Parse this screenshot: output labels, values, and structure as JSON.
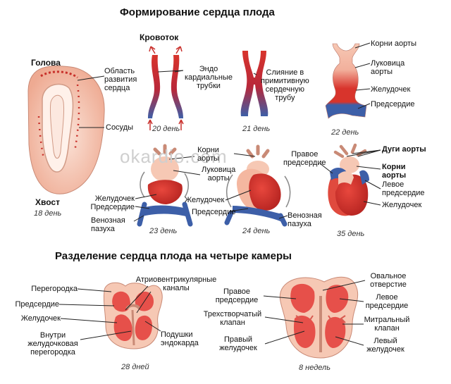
{
  "titles": {
    "formation": "Формирование сердца плода",
    "division": "Разделение сердца плода на четыре камеры"
  },
  "watermark": "okardio.com",
  "colors": {
    "red": "#c9302c",
    "blue": "#3d5fa8",
    "pink": "#f6c8b4",
    "embryo": "#f3b6a1",
    "line": "#222222"
  },
  "labels": {
    "head": "Голова",
    "tail": "Хвост",
    "heart_area": "Область\nразвития\nсердца",
    "vessels": "Сосуды",
    "bloodflow": "Кровоток",
    "endocardial": "Эндо\nкардиальные\nтрубки",
    "fusion": "Слияние в\nпримитивную\nсердечную\nтрубу",
    "aortic_roots_22": "Корни аорты",
    "bulb_22": "Луковица\nаорты",
    "ventricle_22": "Желудочек",
    "atrium_22": "Предсердие",
    "aortic_roots_24": "Корни\nаорты",
    "bulb_24": "Луковица\nаорты",
    "ventricle_23": "Желудочек",
    "atrium_23": "Предсердие",
    "venous_sinus_23": "Венозная\nпазуха",
    "ventricle_24": "Желудочек",
    "atrium_24": "Предсердие",
    "venous_sinus_24": "Венозная\nпазуха",
    "right_atrium_35": "Правое\nпредсердие",
    "aortic_arches": "Дуги аорты",
    "aortic_roots_35": "Корни\nаорты",
    "left_atrium_35": "Левое\nпредсердие",
    "ventricle_35": "Желудочек",
    "septum": "Перегородка",
    "atrium_28": "Предсердие",
    "ventricle_28": "Желудочек",
    "interventricular": "Внутри\nжелудочковая\nперегородка",
    "av_channels": "Атриовентрикулярные\nканалы",
    "endocardial_cushions": "Подушки\nэндокарда",
    "right_atrium_8w": "Правое\nпредсердие",
    "tricuspid": "Трехстворчатый\nклапан",
    "right_ventricle": "Правый\nжелудочек",
    "oval_foramen": "Овальное\nотверстие",
    "left_atrium_8w": "Левое\nпредсердие",
    "mitral": "Митральный\nклапан",
    "left_ventricle": "Левый\nжелудочек"
  },
  "days": {
    "d18": "18 день",
    "d20": "20 день",
    "d21": "21 день",
    "d22": "22 день",
    "d23": "23 день",
    "d24": "24 день",
    "d35": "35 день",
    "d28": "28 дней",
    "w8": "8 недель"
  }
}
